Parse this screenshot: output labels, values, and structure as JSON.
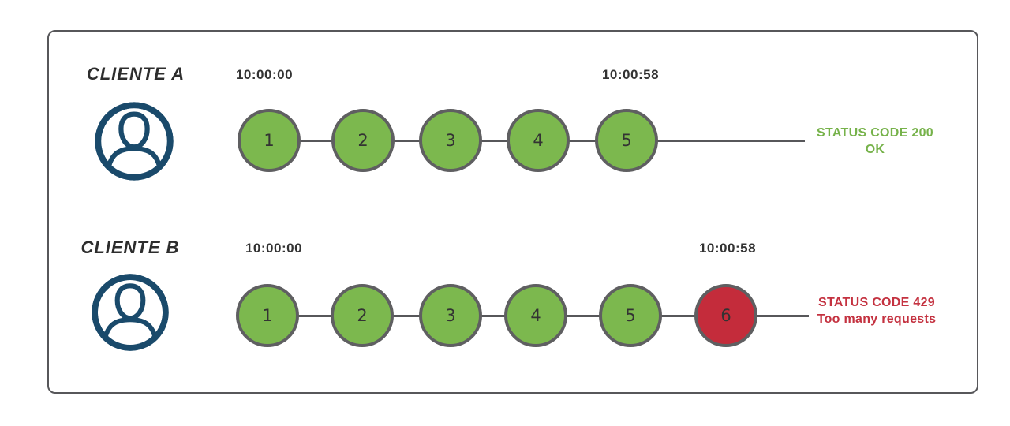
{
  "colors": {
    "green": "#7CB84E",
    "red": "#C42C3B",
    "circle_border": "#5F5F61",
    "line": "#57575A",
    "navy": "#1A4A6B",
    "status_green": "#76B24A",
    "status_red": "#C43240"
  },
  "rows": [
    {
      "client_label": "CLIENTE A",
      "start_time": "10:00:00",
      "end_time": "10:00:58",
      "requests": [
        {
          "n": "1",
          "state": "ok"
        },
        {
          "n": "2",
          "state": "ok"
        },
        {
          "n": "3",
          "state": "ok"
        },
        {
          "n": "4",
          "state": "ok"
        },
        {
          "n": "5",
          "state": "ok"
        }
      ],
      "status": {
        "kind": "ok",
        "line1": "STATUS CODE 200",
        "line2": "OK"
      }
    },
    {
      "client_label": "CLIENTE B",
      "start_time": "10:00:00",
      "end_time": "10:00:58",
      "requests": [
        {
          "n": "1",
          "state": "ok"
        },
        {
          "n": "2",
          "state": "ok"
        },
        {
          "n": "3",
          "state": "ok"
        },
        {
          "n": "4",
          "state": "ok"
        },
        {
          "n": "5",
          "state": "ok"
        },
        {
          "n": "6",
          "state": "limited"
        }
      ],
      "status": {
        "kind": "error",
        "line1": "STATUS CODE 429",
        "line2": "Too many requests"
      }
    }
  ]
}
